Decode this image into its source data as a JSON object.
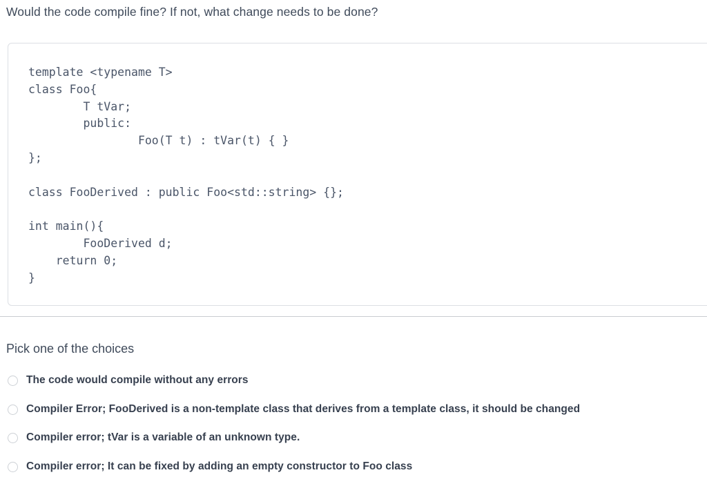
{
  "question": {
    "prompt": "Would the code compile fine? If not, what change needs to be done?"
  },
  "code_card": {
    "language": "cpp",
    "code": "template <typename T>\nclass Foo{\n        T tVar;\n        public:\n                Foo(T t) : tVar(t) { }\n};\n\nclass FooDerived : public Foo<std::string> {};\n\nint main(){\n        FooDerived d;\n    return 0;\n}"
  },
  "choices_section": {
    "heading": "Pick one of the choices",
    "selected": null,
    "options": [
      {
        "id": "choice-1",
        "label": "The code would compile without any errors",
        "selected": false
      },
      {
        "id": "choice-2",
        "label": "Compiler Error; FooDerived is a non-template class that derives from a template class, it should be changed",
        "selected": false
      },
      {
        "id": "choice-3",
        "label": "Compiler error; tVar is a variable of an unknown type.",
        "selected": false
      },
      {
        "id": "choice-4",
        "label": "Compiler error; It can be fixed by adding an empty constructor to Foo class",
        "selected": false
      }
    ]
  },
  "colors": {
    "page_background": "#ffffff",
    "prompt_text": "#3f4a5a",
    "code_text": "#4a5568",
    "card_border": "#dcdfe4",
    "divider": "#c9ccd1",
    "radio_border": "#cdd1d6",
    "choice_text": "#37404f"
  }
}
